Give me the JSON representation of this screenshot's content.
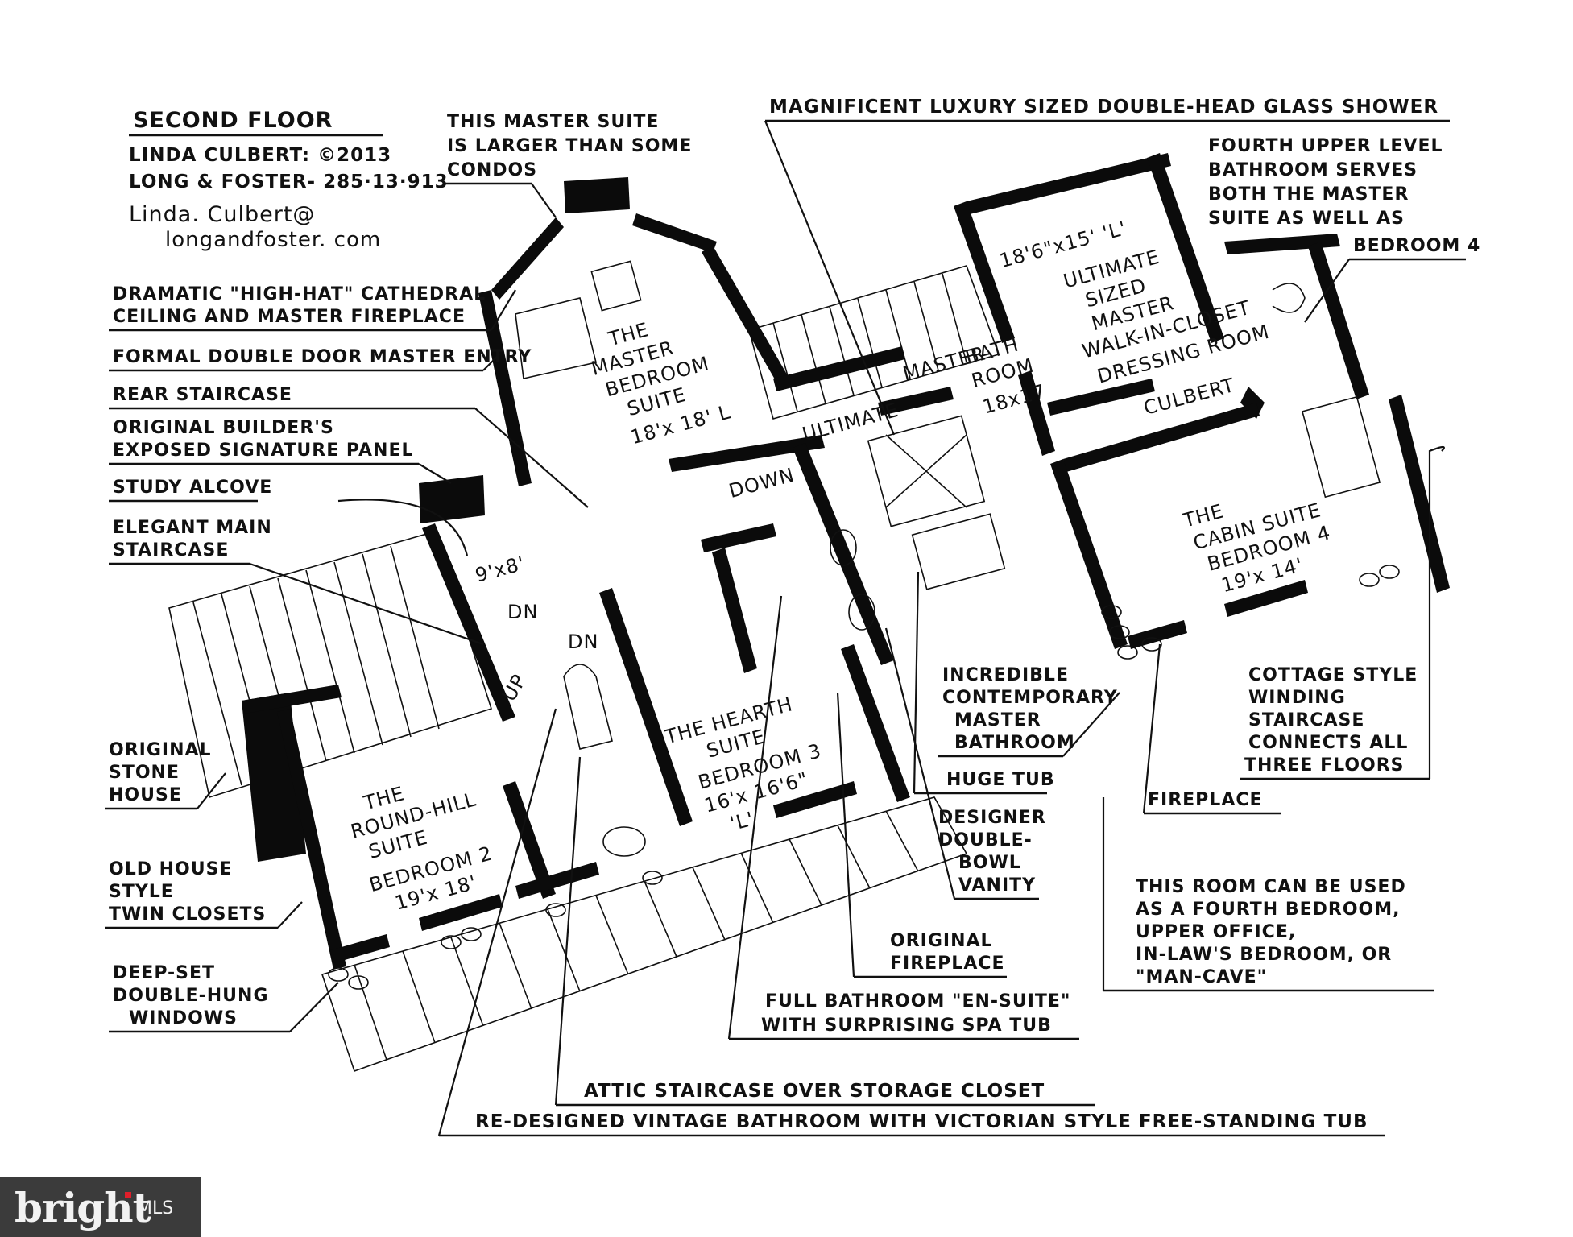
{
  "header": {
    "title": "SECOND FLOOR",
    "credit_line1": "LINDA CULBERT: ©2013",
    "credit_line2": "LONG & FOSTER- 285·13·913",
    "credit_line3": "Linda. Culbert@",
    "credit_line4": "longandfoster. com"
  },
  "callouts": {
    "master_suite_note": [
      "THIS MASTER SUITE",
      "IS LARGER THAN SOME",
      "CONDOS"
    ],
    "shower": [
      "MAGNIFICENT LUXURY SIZED DOUBLE-HEAD GLASS SHOWER"
    ],
    "fourth_bath": [
      "FOURTH UPPER LEVEL",
      "BATHROOM SERVES",
      "BOTH THE MASTER",
      "SUITE AS WELL AS",
      "BEDROOM 4"
    ],
    "cathedral": [
      "DRAMATIC \"HIGH-HAT\" CATHEDRAL",
      "CEILING AND MASTER FIREPLACE"
    ],
    "double_door": [
      "FORMAL DOUBLE DOOR MASTER ENTRY"
    ],
    "rear_stair": [
      "REAR STAIRCASE"
    ],
    "signature_panel": [
      "ORIGINAL BUILDER'S",
      "EXPOSED SIGNATURE PANEL"
    ],
    "study": [
      "STUDY ALCOVE"
    ],
    "main_stair": [
      "ELEGANT MAIN",
      "STAIRCASE"
    ],
    "stone_house": [
      "ORIGINAL",
      "STONE",
      "HOUSE"
    ],
    "twin_closets": [
      "OLD HOUSE",
      "STYLE",
      "TWIN CLOSETS"
    ],
    "windows": [
      "DEEP-SET",
      "DOUBLE-HUNG",
      "WINDOWS"
    ],
    "contemporary_bath": [
      "INCREDIBLE",
      "CONTEMPORARY",
      "MASTER",
      "BATHROOM"
    ],
    "huge_tub": [
      "HUGE TUB"
    ],
    "vanity": [
      "DESIGNER",
      "DOUBLE-",
      "BOWL",
      "VANITY"
    ],
    "orig_fireplace": [
      "ORIGINAL",
      "FIREPLACE"
    ],
    "cottage_stair": [
      "COTTAGE STYLE",
      "WINDING",
      "STAIRCASE",
      "CONNECTS ALL",
      "THREE FLOORS"
    ],
    "fireplace": [
      "FIREPLACE"
    ],
    "room_use": [
      "THIS ROOM CAN BE USED",
      "AS A FOURTH BEDROOM,",
      "UPPER OFFICE,",
      "IN-LAW'S BEDROOM, OR",
      "\"MAN-CAVE\""
    ],
    "en_suite": [
      "FULL BATHROOM \"EN-SUITE\"",
      "WITH SURPRISING SPA TUB"
    ],
    "attic": [
      "ATTIC STAIRCASE OVER STORAGE CLOSET"
    ],
    "vintage_bath": [
      "RE-DESIGNED VINTAGE BATHROOM WITH VICTORIAN STYLE FREE-STANDING TUB"
    ]
  },
  "rooms": {
    "master_bedroom": [
      "THE",
      "MASTER",
      "BEDROOM",
      "SUITE",
      "18'x 18' L"
    ],
    "closet": [
      "18'6\"x15' 'L'",
      "ULTIMATE",
      "SIZED",
      "MASTER",
      "WALK-IN-CLOSET",
      "DRESSING ROOM"
    ],
    "master_bath": [
      "ULTIMATE",
      "MASTER",
      "BATH",
      "ROOM",
      "18x17"
    ],
    "culbert": "CULBERT",
    "down": "DOWN",
    "study_size": "9'x8'",
    "dn1": "DN",
    "dn2": "DN",
    "up": "UP",
    "cabin": [
      "THE",
      "CABIN SUITE",
      "BEDROOM 4",
      "19'x 14'"
    ],
    "hearth": [
      "THE HEARTH",
      "SUITE",
      "BEDROOM 3",
      "16'x 16'6\"",
      "'L'"
    ],
    "round_hill": [
      "THE",
      "ROUND-HILL",
      "SUITE",
      "BEDROOM 2",
      "19'x 18'"
    ]
  },
  "watermark": {
    "word": "bright",
    "suffix": "MLS"
  }
}
